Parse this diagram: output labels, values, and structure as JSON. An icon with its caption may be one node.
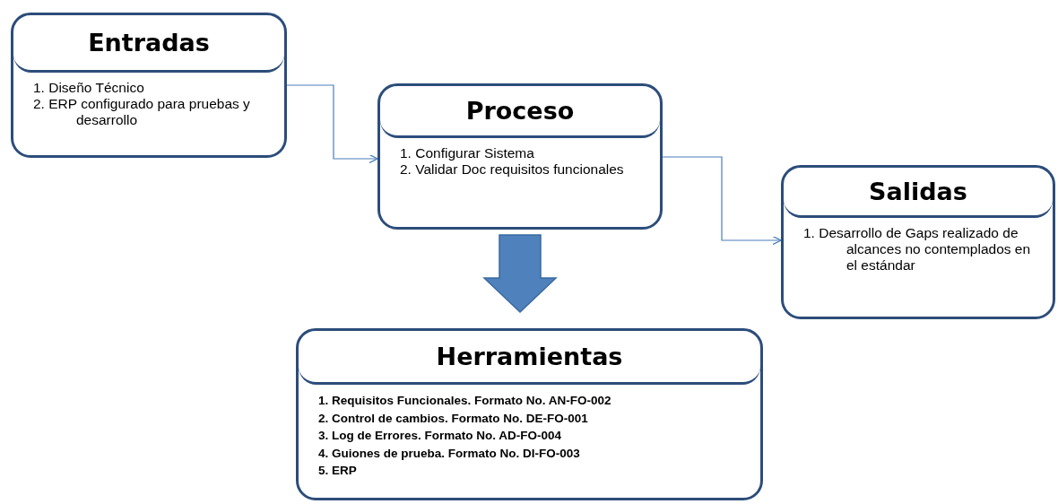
{
  "diagram": {
    "nodes": [
      {
        "text": [
          "Entradas",
          "1. Diseño Técnico",
          "2. ERP configurado para pruebas y desarrollo"
        ]
      },
      {
        "text": [
          "Proceso",
          "1. Configurar Sistema",
          "2. Validar Doc requisitos funcionales"
        ]
      },
      {
        "text": [
          "Salidas",
          "1. Desarrollo de Gaps realizado de alcances no contemplados en el estándar"
        ]
      },
      {
        "text": [
          "Herramientas",
          "1. Requisitos Funcionales.  Formato No. AN-FO-002",
          "2. Control de cambios. Formato No. DE-FO-001",
          "3. Log de Errores. Formato  No. AD-FO-004",
          "4. Guiones de prueba. Formato No. DI-FO-003",
          "5. ERP"
        ]
      }
    ],
    "edges": [
      {
        "from": 0,
        "to": 1,
        "arrow": "to",
        "color": "#4a7ebb"
      },
      {
        "from": 1,
        "to": 2,
        "arrow": "to",
        "color": "#4a7ebb"
      },
      {
        "from": 1,
        "to": 3,
        "arrow": "to",
        "style": "thick",
        "color": "#4f81bd"
      }
    ]
  }
}
